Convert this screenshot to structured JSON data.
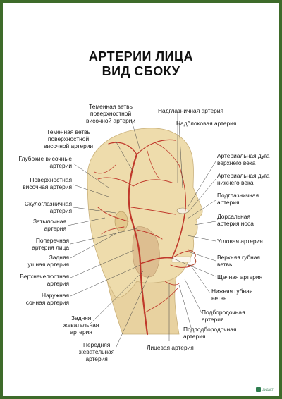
{
  "title": {
    "line1": "АРТЕРИИ ЛИЦА",
    "line2": "ВИД СБОКУ"
  },
  "labels_left": [
    {
      "id": "parietal",
      "lines": [
        "Теменная ветвь",
        "поверхностной",
        "височной артерии"
      ]
    },
    {
      "id": "frontal-branch",
      "lines": [
        "Теменная ветвь",
        "поверхностной",
        "височной артерии"
      ]
    },
    {
      "id": "deep-temporal",
      "lines": [
        "Глубокие височные",
        "артерии"
      ]
    },
    {
      "id": "superficial-temporal",
      "lines": [
        "Поверхностная",
        "височная артерия"
      ]
    },
    {
      "id": "zygomatic-orbital",
      "lines": [
        "Скулоглазничная",
        "артерия"
      ]
    },
    {
      "id": "occipital",
      "lines": [
        "Затылочная",
        "артерия"
      ]
    },
    {
      "id": "transverse-facial",
      "lines": [
        "Поперечная",
        "артерия лица"
      ]
    },
    {
      "id": "posterior-auricular",
      "lines": [
        "Задняя",
        "ушная артерия"
      ]
    },
    {
      "id": "maxillary",
      "lines": [
        "Верхнечелюстная",
        "артерия"
      ]
    },
    {
      "id": "external-carotid",
      "lines": [
        "Наружная",
        "сонная артерия"
      ]
    },
    {
      "id": "posterior-masseteric",
      "lines": [
        "Задняя",
        "жевательная",
        "артерия"
      ]
    },
    {
      "id": "anterior-masseteric",
      "lines": [
        "Передняя",
        "жевательная",
        "артерия"
      ]
    }
  ],
  "labels_right": [
    {
      "id": "supraorbital",
      "lines": [
        "Надглазничная артерия"
      ]
    },
    {
      "id": "supratrochlear",
      "lines": [
        "Надблоковая артерия"
      ]
    },
    {
      "id": "upper-eyelid-arch",
      "lines": [
        "Артериальная дуга",
        "верхнего века"
      ]
    },
    {
      "id": "lower-eyelid-arch",
      "lines": [
        "Артериальная дуга",
        "нижнего века"
      ]
    },
    {
      "id": "infraorbital",
      "lines": [
        "Подглазничная",
        "артерия"
      ]
    },
    {
      "id": "dorsal-nasal",
      "lines": [
        "Дорсальная",
        "артерия носа"
      ]
    },
    {
      "id": "angular",
      "lines": [
        "Угловая артерия"
      ]
    },
    {
      "id": "superior-labial",
      "lines": [
        "Верхняя губная",
        "ветвь"
      ]
    },
    {
      "id": "buccal",
      "lines": [
        "Щечная артерия"
      ]
    },
    {
      "id": "inferior-labial",
      "lines": [
        "Нижняя губная",
        "ветвь"
      ]
    },
    {
      "id": "mental",
      "lines": [
        "Подбородочная",
        "артерия"
      ]
    },
    {
      "id": "submental",
      "lines": [
        "Подподбородочная",
        "артерия"
      ]
    },
    {
      "id": "facial",
      "lines": [
        "Лицевая артерия"
      ]
    }
  ],
  "colors": {
    "border": "#3e6b2a",
    "artery": "#c0392b",
    "skin": "#ecd9a8",
    "leader": "#444444"
  },
  "logo_text": "ДИДАКТ"
}
